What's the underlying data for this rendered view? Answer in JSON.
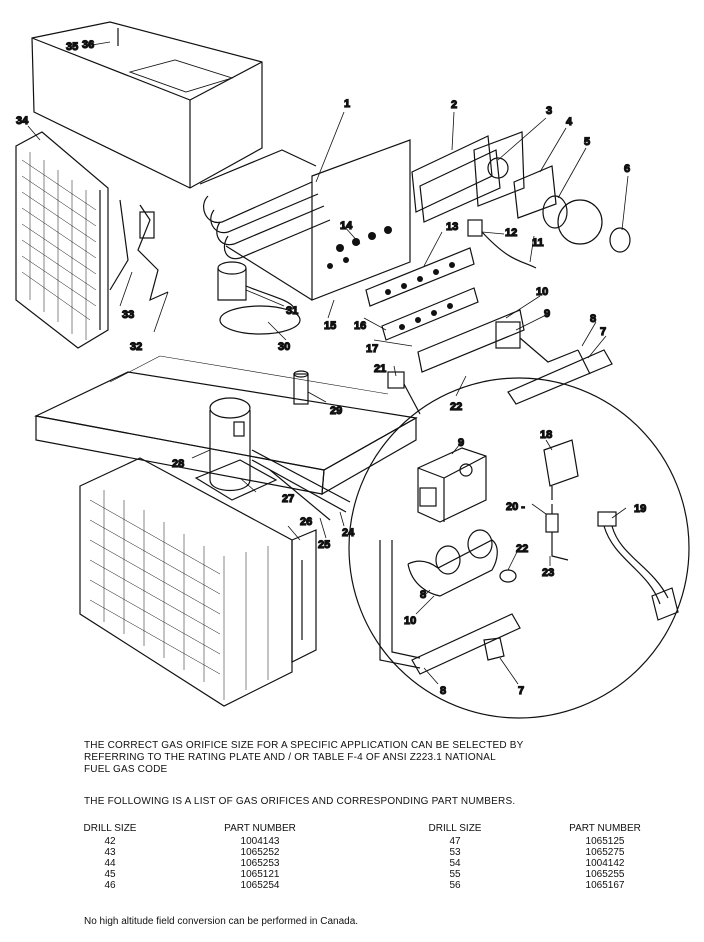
{
  "diagram": {
    "callouts": [
      {
        "id": "1",
        "text": "1"
      },
      {
        "id": "2",
        "text": "2"
      },
      {
        "id": "3",
        "text": "3"
      },
      {
        "id": "4",
        "text": "4"
      },
      {
        "id": "5",
        "text": "5"
      },
      {
        "id": "6",
        "text": "6"
      },
      {
        "id": "7a",
        "text": "7"
      },
      {
        "id": "7b",
        "text": "7"
      },
      {
        "id": "8a",
        "text": "8"
      },
      {
        "id": "8b",
        "text": "8"
      },
      {
        "id": "8c",
        "text": "8"
      },
      {
        "id": "9a",
        "text": "9"
      },
      {
        "id": "9b",
        "text": "9"
      },
      {
        "id": "10a",
        "text": "10"
      },
      {
        "id": "10b",
        "text": "10"
      },
      {
        "id": "11",
        "text": "11"
      },
      {
        "id": "12",
        "text": "12"
      },
      {
        "id": "13",
        "text": "13"
      },
      {
        "id": "14",
        "text": "14"
      },
      {
        "id": "15",
        "text": "15"
      },
      {
        "id": "16",
        "text": "16"
      },
      {
        "id": "17",
        "text": "17"
      },
      {
        "id": "18",
        "text": "18"
      },
      {
        "id": "19",
        "text": "19"
      },
      {
        "id": "20",
        "text": "20 -"
      },
      {
        "id": "21",
        "text": "21"
      },
      {
        "id": "22a",
        "text": "22"
      },
      {
        "id": "22b",
        "text": "22"
      },
      {
        "id": "23",
        "text": "23"
      },
      {
        "id": "24",
        "text": "24"
      },
      {
        "id": "25",
        "text": "25"
      },
      {
        "id": "26",
        "text": "26"
      },
      {
        "id": "27",
        "text": "27"
      },
      {
        "id": "28",
        "text": "28"
      },
      {
        "id": "29",
        "text": "29"
      },
      {
        "id": "30",
        "text": "30"
      },
      {
        "id": "31",
        "text": "31"
      },
      {
        "id": "32",
        "text": "32"
      },
      {
        "id": "33",
        "text": "33"
      },
      {
        "id": "34",
        "text": "34"
      },
      {
        "id": "35",
        "text": "35"
      },
      {
        "id": "36",
        "text": "36"
      }
    ]
  },
  "notes": {
    "line1": "THE CORRECT GAS ORIFICE SIZE FOR A SPECIFIC APPLICATION CAN BE SELECTED BY",
    "line2": "REFERRING TO THE RATING PLATE AND / OR TABLE F-4 OF ANSI Z223.1 NATIONAL",
    "line3": "FUEL GAS CODE",
    "list_intro": "THE FOLLOWING IS A LIST OF GAS ORIFICES AND CORRESPONDING PART NUMBERS.",
    "canada": "No high altitude field conversion can be performed in Canada."
  },
  "table": {
    "headers": [
      "DRILL SIZE",
      "PART NUMBER",
      "DRILL SIZE",
      "PART NUMBER"
    ],
    "rows": [
      [
        "42",
        "1004143",
        "47",
        "1065125"
      ],
      [
        "43",
        "1065252",
        "53",
        "1065275"
      ],
      [
        "44",
        "1065253",
        "54",
        "1004142"
      ],
      [
        "45",
        "1065121",
        "55",
        "1065255"
      ],
      [
        "46",
        "1065254",
        "56",
        "1065167"
      ]
    ]
  }
}
